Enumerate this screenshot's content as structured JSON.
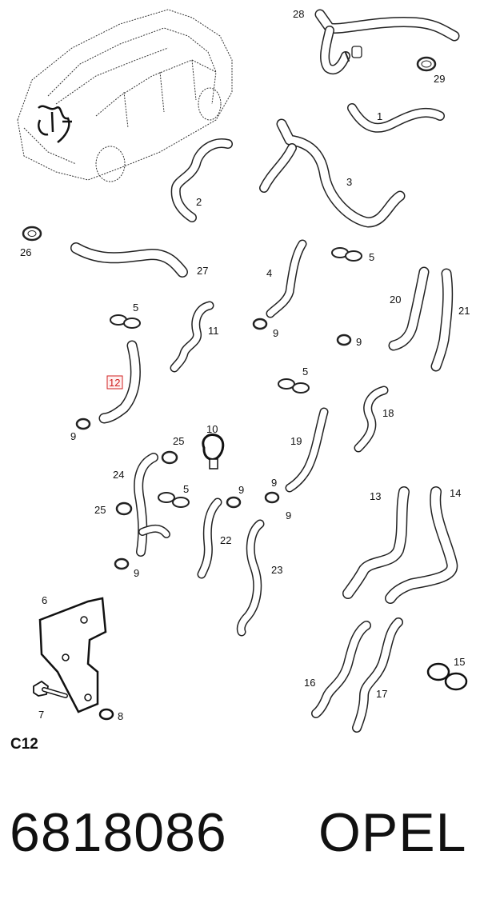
{
  "diagram": {
    "page_code": "C12",
    "part_number": "6818086",
    "brand": "OPEL",
    "highlighted_callout": "12",
    "callouts": [
      "1",
      "2",
      "3",
      "4",
      "5",
      "5",
      "5",
      "5",
      "6",
      "7",
      "8",
      "9",
      "9",
      "9",
      "9",
      "9",
      "9",
      "9",
      "10",
      "11",
      "12",
      "13",
      "14",
      "15",
      "16",
      "17",
      "18",
      "19",
      "20",
      "21",
      "22",
      "23",
      "24",
      "25",
      "25",
      "26",
      "27",
      "28",
      "29"
    ]
  },
  "colors": {
    "line": "#222222",
    "highlight": "#d02020"
  },
  "icons": [
    "car-outline-icon",
    "hose-clamp-icon",
    "bracket-icon",
    "bolt-icon",
    "grommet-icon"
  ]
}
